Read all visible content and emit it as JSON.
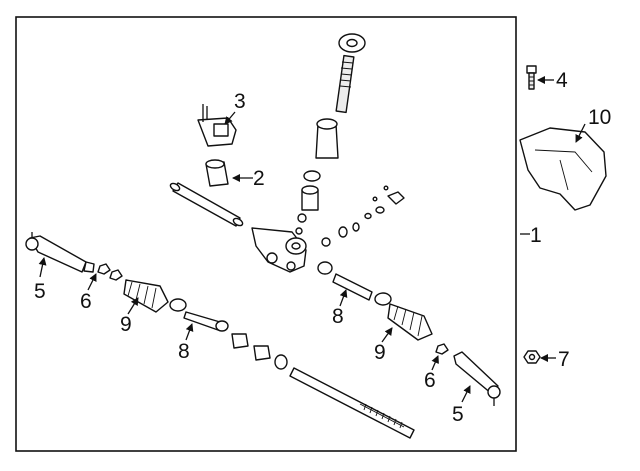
{
  "callouts": {
    "c1": "1",
    "c2": "2",
    "c3": "3",
    "c4": "4",
    "c5a": "5",
    "c5b": "5",
    "c6a": "6",
    "c6b": "6",
    "c7": "7",
    "c8a": "8",
    "c8b": "8",
    "c9a": "9",
    "c9b": "9",
    "c10": "10"
  }
}
